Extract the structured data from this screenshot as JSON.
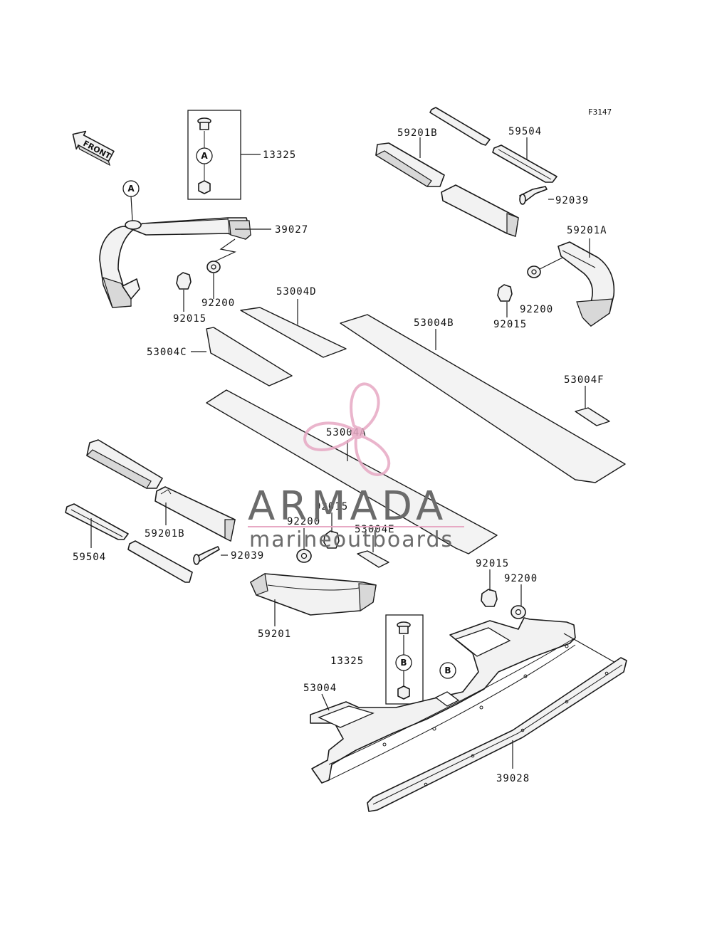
{
  "diagram_code": "F3147",
  "front_label": "FRONT",
  "ref_letters": {
    "a": "A",
    "b": "B"
  },
  "labels": {
    "l13325_top": "13325",
    "l39027": "39027",
    "l92200_left": "92200",
    "l92015_left": "92015",
    "l59201B_top": "59201B",
    "l59504_top": "59504",
    "l92039_top": "92039",
    "l59201A": "59201A",
    "l92200_right": "92200",
    "l92015_right": "92015",
    "l53004D": "53004D",
    "l53004B": "53004B",
    "l53004C": "53004C",
    "l53004F": "53004F",
    "l53004A": "53004A",
    "l92015_mid": "92015",
    "l92200_mid": "92200",
    "l53004E": "53004E",
    "l59201B_bottom": "59201B",
    "l92039_bottom": "92039",
    "l59504_bottom": "59504",
    "l59201": "59201",
    "l92015_lowright": "92015",
    "l92200_lowright": "92200",
    "l13325_bottom": "13325",
    "l53004": "53004",
    "l39028": "39028"
  },
  "watermark": {
    "brand": "ARMADA",
    "tagline": "marineoutboards",
    "brand_color": "#6b6b6b",
    "accent_color": "#e7a9c4"
  }
}
